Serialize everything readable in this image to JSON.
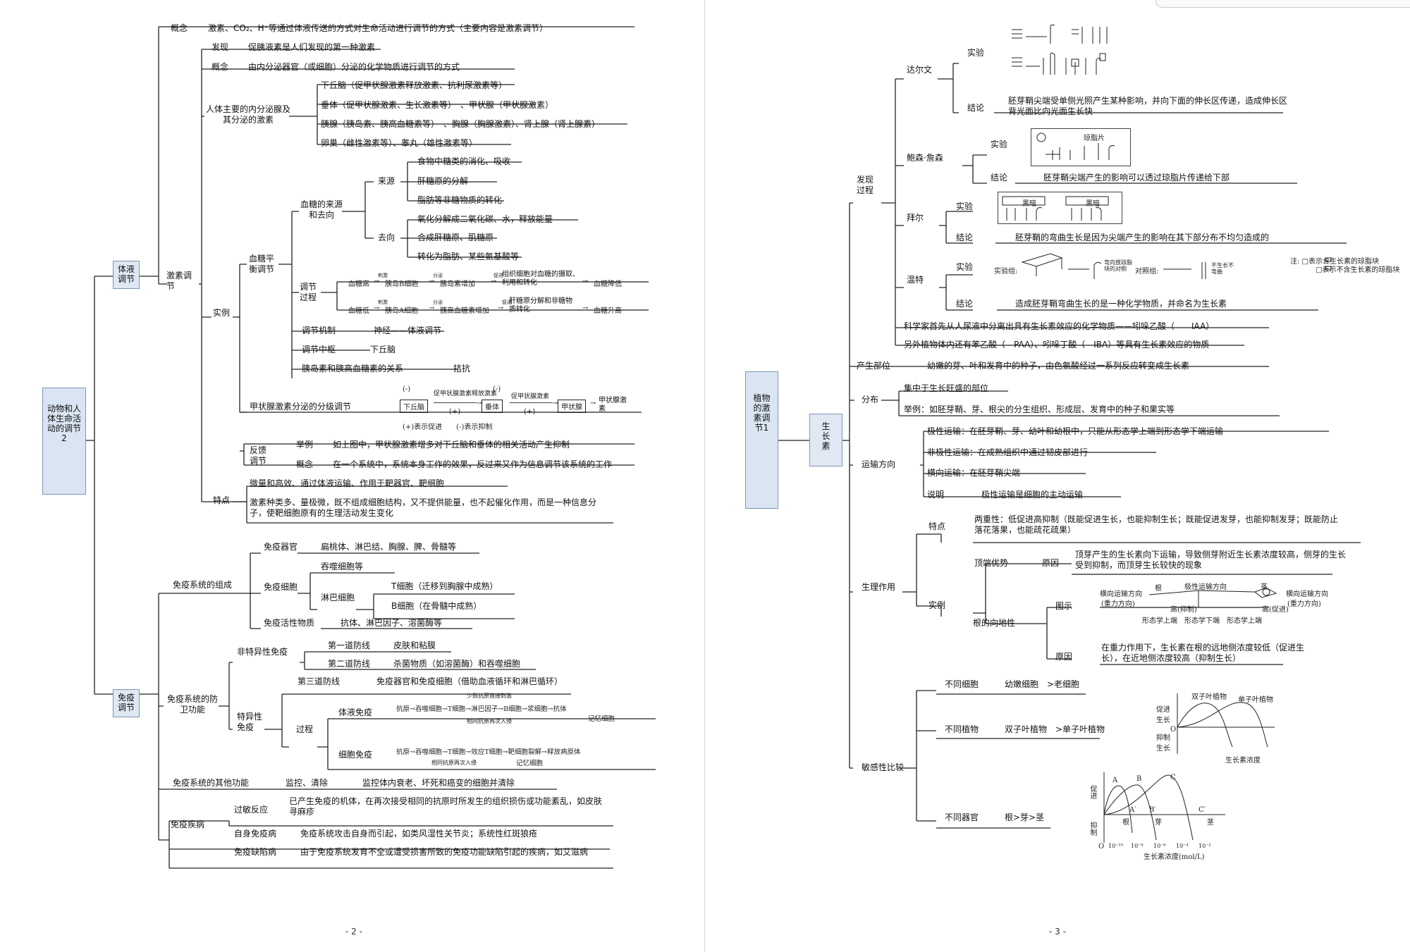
{
  "left": {
    "root": "动物和人体生命活动的调节2",
    "body_fluid": "体液调节",
    "hormone": "激素调节",
    "concept_label": "概念",
    "concept_text": "激素、CO₂、H⁺等通过体液传送的方式对生命活动进行调节的方式（主要内容是激素调节）",
    "discovery_label": "发现",
    "discovery_text": "促胰液素是人们发现的第一种激素",
    "h_concept_label": "概念",
    "h_concept_text": "由内分泌器官（或细胞）分泌的化学物质进行调节的方式",
    "glands_label": "人体主要的内分泌腺及其分泌的激素",
    "gland1": "下丘脑（促甲状腺激素释放激素、抗利尿激素等）",
    "gland2": "垂体（促甲状腺激素、生长激素等）　、甲状腺（甲状腺激素）",
    "gland3": "胰腺（胰岛素、胰高血糖素等）　、胸腺（胸腺激素）、肾上腺（肾上腺素）",
    "gland4": "卵巢（雌性激素等）、睾丸（雄性激素等）",
    "example_label": "实例",
    "glucose_label": "血糖平衡调节",
    "glucose_src_label": "血糖的来源和去向",
    "source_label": "来源",
    "src1": "食物中糖类的消化、吸收",
    "src2": "肝糖原的分解",
    "src3": "脂肪等非糖物质的转化",
    "dest_label": "去向",
    "dst1": "氧化分解成二氧化碳、水，释放能量",
    "dst2": "合成肝糖原、肌糖原",
    "dst3": "转化为脂肪、某些氨基酸等",
    "reg_process_label": "调节过程",
    "proc1_a": "血糖高",
    "proc1_b": "胰岛B细胞",
    "proc1_c": "胰岛素增加",
    "proc1_d": "组织细胞对血糖的摄取、利用和转化",
    "proc1_e": "血糖降低",
    "proc2_a": "血糖低",
    "proc2_b": "胰岛A细胞",
    "proc2_c": "胰高血糖素增加",
    "proc2_d": "肝糖原分解和非糖物质转化",
    "proc2_e": "血糖升高",
    "arrow_stim": "刺激",
    "arrow_secrete": "分泌",
    "arrow_promote": "促进",
    "mech_label": "调节机制",
    "mech_text": "神经——体液调节",
    "center_label": "调节中枢",
    "center_text": "下丘脑",
    "relation_label": "胰岛素和胰高血糖素的关系",
    "relation_text": "拮抗",
    "thyroid_label": "甲状腺激素分泌的分级调节",
    "thy_hyp": "下丘脑",
    "thy_pit": "垂体",
    "thy_gland": "甲状腺",
    "thy_trh": "促甲状腺激素释放激素",
    "thy_tsh": "促甲状腺激素",
    "thy_th": "甲状腺激素",
    "thy_plus": "(+)",
    "thy_minus": "(-)",
    "thy_legend": "(+)表示促进　　(-)表示抑制",
    "feedback_label": "反馈调节",
    "fb_example_label": "举例",
    "fb_example_text": "如上图中，甲状腺激素增多对下丘脑和垂体的相关活动产生抑制",
    "fb_concept_label": "概念",
    "fb_concept_text": "在一个系统中，系统本身工作的效果，反过来又作为信息调节该系统的工作",
    "feature_label": "特点",
    "feature1": "微量和高效、通过体液运输、作用于靶器官、靶细胞",
    "feature2": "激素种类多、量极微，既不组成细胞结构，又不提供能量，也不起催化作用，而是一种信息分子，使靶细胞原有的生理活动发生变化",
    "immune": "免疫调节",
    "imm_comp_label": "免疫系统的组成",
    "organ_label": "免疫器官",
    "organ_text": "扁桃体、淋巴结、胸腺、脾、骨髓等",
    "cell_label": "免疫细胞",
    "phago": "吞噬细胞等",
    "lymph_label": "淋巴细胞",
    "tcell": "T细胞（迁移到胸腺中成熟）",
    "bcell": "B细胞（在骨髓中成熟）",
    "active_label": "免疫活性物质",
    "active_text": "抗体、淋巴因子、溶菌酶等",
    "defense_label": "免疫系统的防卫功能",
    "nonspec_label": "非特异性免疫",
    "line1_label": "第一道防线",
    "line1_text": "皮肤和粘膜",
    "line2_label": "第二道防线",
    "line2_text": "杀菌物质（如溶菌酶）和吞噬细胞",
    "spec_label": "特异性免疫",
    "line3_label": "第三道防线",
    "line3_text": "免疫器官和免疫细胞（借助血液循环和淋巴循环）",
    "process_label": "过程",
    "humoral_label": "体液免疫",
    "cellular_label": "细胞免疫",
    "hum_fig": "抗原→吞噬细胞→T细胞→淋巴因子→B细胞→浆细胞→抗体",
    "hum_fig_mem": "记忆细胞",
    "hum_fig_top": "少数抗原直接刺激",
    "hum_fig_bot": "相同抗原再次入侵",
    "cel_fig": "抗原→吞噬细胞→T细胞→效应T细胞→靶细胞裂解→释放病原体",
    "cel_fig_mem": "记忆细胞",
    "cel_fig_bot": "相同抗原再次入侵",
    "other_label": "免疫系统的其他功能",
    "other_a": "监控、清除",
    "other_b": "监控体内衰老、坏死和癌变的细胞并清除",
    "disease_label": "免疫疾病",
    "allergy_label": "过敏反应",
    "allergy_text": "已产生免疫的机体，在再次接受相同的抗原时所发生的组织损伤或功能紊乱，如皮肤寻麻疹",
    "auto_label": "自身免疫病",
    "auto_text": "免疫系统攻击自身而引起，如类风湿性关节炎；系统性红斑狼疮",
    "defic_label": "免疫缺陷病",
    "defic_text": "由于免疫系统发育不全或遭受损害所致的免疫功能缺陷引起的疾病，如艾滋病",
    "page_no": "- 2 -"
  },
  "right": {
    "root": "植物的激素调节1",
    "auxin": "生长素",
    "discovery": "发现过程",
    "darwin": "达尔文",
    "exp_label": "实验",
    "concl_label": "结论",
    "darwin_concl": "胚芽鞘尖端受单侧光照产生某种影响，并向下面的伸长区传递，造成伸长区背光面比向光面生长快",
    "boysen": "鲍森·詹森",
    "boysen_concl": "胚芽鞘尖端产生的影响可以透过琼脂片传递给下部",
    "boysen_fig": "琼脂片",
    "paal": "拜尔",
    "paal_concl": "胚芽鞘的弯曲生长是因为尖端产生的影响在其下部分布不均匀造成的",
    "paal_fig": "黑暗",
    "went": "温特",
    "went_concl": "造成胚芽鞘弯曲生长的是一种化学物质，并命名为生长素",
    "went_fig_exp": "实验组:",
    "went_fig_ctl": "对照组:",
    "went_fig_bend": "弯向放琼脂块的对侧",
    "went_fig_nob": "不生长不弯曲",
    "went_fig_note1": "注: □表示含生长素的琼脂块",
    "went_fig_note2": "□表示不含生长素的琼脂块",
    "iaa": "科学家首先从人尿液中分离出具有生长素效应的化学物质——吲哚乙酸（　　IAA）",
    "others": "另外植物体内还有苯乙酸（　PAA）、吲哚丁酸（　IBA）等具有生长素效应的物质",
    "site_label": "产生部位",
    "site_text": "幼嫩的芽、叶和发育中的种子，由色氨酸经过一系列反应转变成生长素",
    "dist_label": "分布",
    "dist1": "集中于生长旺盛的部位",
    "dist2": "举例：如胚芽鞘、芽、根尖的分生组织、形成层、发育中的种子和果实等",
    "trans_label": "运输方向",
    "trans1": "极性运输：在胚芽鞘、芽、幼叶和幼根中，只能从形态学上端到形态学下端运输",
    "trans2": "非极性运输：在成熟组织中通过韧皮部进行",
    "trans3": "横向运输：在胚芽鞘尖端",
    "trans4_label": "说明",
    "trans4": "极性运输是细胞的主动运输",
    "phys_label": "生理作用",
    "feat_label": "特点",
    "feat_text": "两重性：低促进高抑制（既能促进生长，也能抑制生长；既能促进发芽，也能抑制发芽；既能防止落花落果，也能疏花疏果）",
    "example_label": "实例",
    "apical_label": "顶端优势",
    "reason_label": "原因",
    "apical_text": "顶芽产生的生长素向下运输，导致侧芽附近生长素浓度较高，侧芽的生长受到抑制，而顶芽生长较快的现象",
    "root_geo_label": "根的向地性",
    "fig_label": "图示",
    "geo_fig_a": "横向运输方向",
    "geo_fig_b": "(重力方向)",
    "geo_fig_c": "根",
    "geo_fig_d": "极性运输方向",
    "geo_fig_e": "茎",
    "geo_fig_f": "高(抑制)",
    "geo_fig_g": "高(促进)",
    "geo_fig_h": "形态学上端　形态学下端　形态学上端",
    "geo_reason": "在重力作用下，生长素在根的远地侧浓度较低（促进生长），在近地侧浓度较高（抑制生长）",
    "sens_label": "敏感性比较",
    "s_cell_label": "不同细胞",
    "s_cell_text": "幼嫩细胞　>老细胞",
    "s_plant_label": "不同植物",
    "s_plant_text": "双子叶植物　>单子叶植物",
    "s_organ_label": "不同器官",
    "s_organ_text": "根>芽>茎",
    "c1_dicot": "双子叶植物",
    "c1_monocot": "单子叶植物",
    "c1_promote": "促进生长",
    "c1_inhibit": "抑制生长",
    "c1_o": "O",
    "c1_x": "生长素浓度",
    "c2_promote": "促进",
    "c2_inhibit": "抑制",
    "c2_x": "生长素浓度(mol/L)",
    "c2_root": "根",
    "c2_bud": "芽",
    "c2_stem": "茎",
    "c2_ticks": [
      "10⁻¹⁰",
      "10⁻⁸",
      "10⁻⁶",
      "10⁻⁴",
      "10⁻²"
    ],
    "c2_pts": [
      "A",
      "B",
      "C",
      "A′",
      "B′",
      "C′"
    ],
    "page_no": "- 3 -"
  }
}
